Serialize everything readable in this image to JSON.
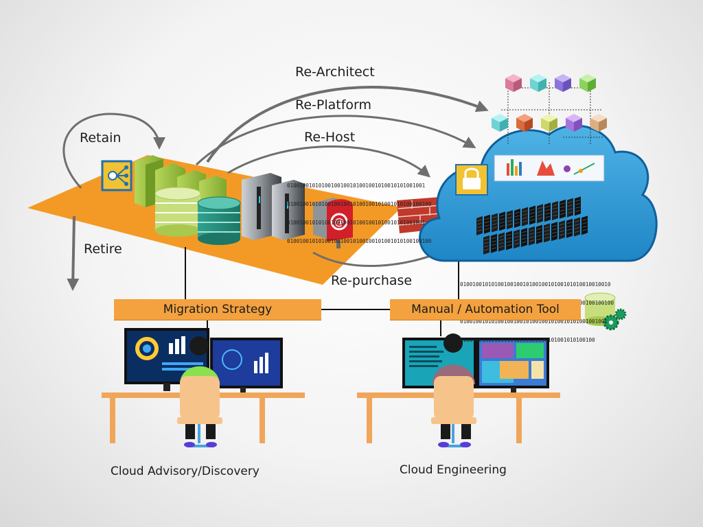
{
  "migration_paths": {
    "re_architect": "Re-Architect",
    "re_platform": "Re-Platform",
    "re_host": "Re-Host",
    "retain": "Retain",
    "retire": "Retire",
    "re_purchase": "Re-purchase"
  },
  "bars": {
    "migration_strategy": "Migration Strategy",
    "manual_automation_tool": "Manual / Automation Tool"
  },
  "roles": {
    "left": "Cloud Advisory/Discovery",
    "right": "Cloud Engineering"
  },
  "binary": {
    "on_premise": [
      "01001001010100100100101001001010010101001001",
      "0100100101010010010010100100101001010100100100",
      "01001001010100100100101001001010010101001001",
      "0100100101010010010010100100101001010100100100"
    ],
    "cloud": [
      "010010010101001001001010010010100101010010010010",
      "0100100101010010010010100100101001010100100100100",
      "01001001010100100100101001001010010101001001001",
      "0100100101010010010010100100101001010100100"
    ]
  },
  "colors": {
    "platform": "#f39a26",
    "cloud": "#2f9ed8",
    "bar": "#f3a23f",
    "arrow": "#707070"
  },
  "icons": [
    "network-hub-icon",
    "server-rack-icon",
    "database-icon",
    "mail-server-icon",
    "firewall-icon",
    "lock-icon",
    "gears-icon"
  ]
}
